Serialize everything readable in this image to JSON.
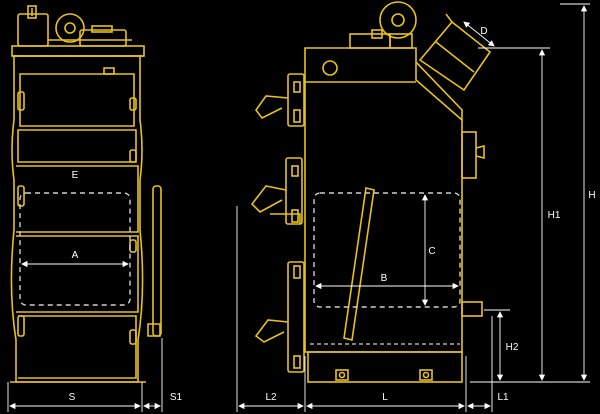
{
  "colors": {
    "background": "#000000",
    "outline": "#e8c21a",
    "dimension": "#ffffff",
    "hidden_edge": "#cfcfcf"
  },
  "labels": {
    "width_front": "S",
    "side_gap": "S1",
    "door_gap": "L2",
    "depth": "L",
    "rear_offset": "L1",
    "height_total": "H",
    "height_outlet": "H1",
    "height_return": "H2",
    "chimney_diameter": "D",
    "chamber_width": "A",
    "chamber_depth": "B",
    "chamber_height": "C",
    "front_section": "E"
  }
}
